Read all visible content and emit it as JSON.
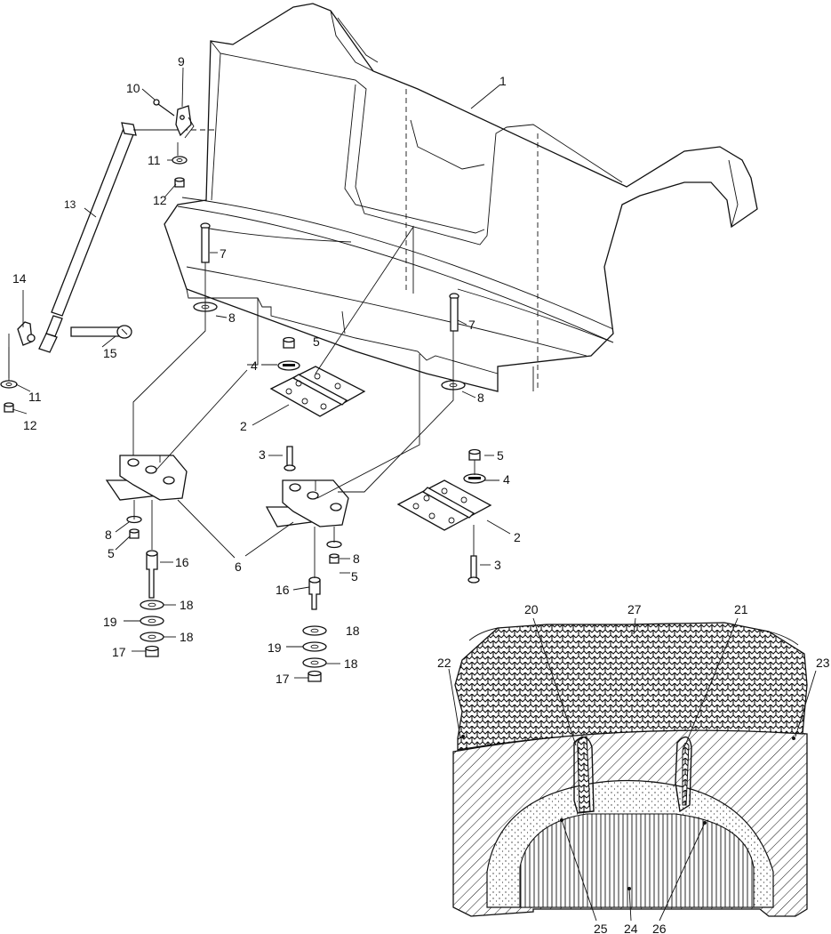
{
  "callouts": {
    "c1": "1",
    "c2a": "2",
    "c2b": "2",
    "c3a": "3",
    "c3b": "3",
    "c4a": "4",
    "c4b": "4",
    "c5a": "5",
    "c5b": "5",
    "c5c": "5",
    "c5d": "5",
    "c6": "6",
    "c7a": "7",
    "c7b": "7",
    "c8a": "8",
    "c8b": "8",
    "c8c": "8",
    "c8d": "8",
    "c9": "9",
    "c10": "10",
    "c11a": "11",
    "c11b": "11",
    "c12a": "12",
    "c12b": "12",
    "c13": "13",
    "c14": "14",
    "c15": "15",
    "c16a": "16",
    "c16b": "16",
    "c17a": "17",
    "c17b": "17",
    "c18a": "18",
    "c18b": "18",
    "c18c": "18",
    "c18d": "18",
    "c19a": "19",
    "c19b": "19",
    "c20": "20",
    "c21": "21",
    "c22": "22",
    "c23": "23",
    "c24": "24",
    "c25": "25",
    "c26": "26",
    "c27": "27"
  }
}
